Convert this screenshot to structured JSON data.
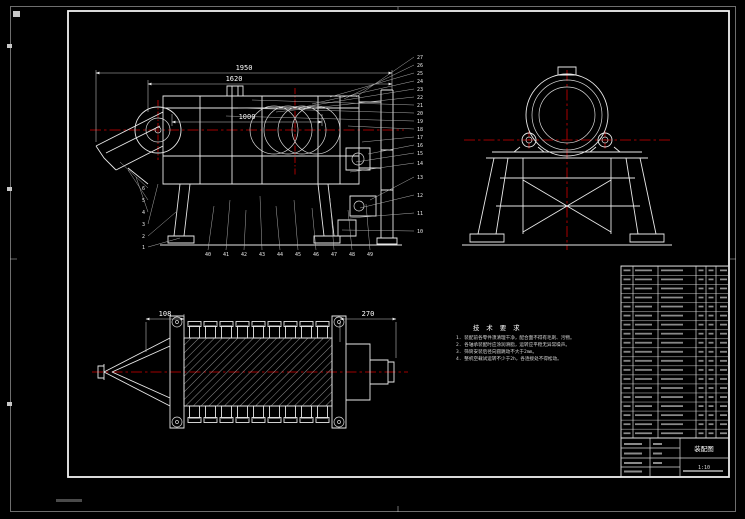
{
  "sheet": {
    "background": "#000000",
    "line_color": "#e8e8e8",
    "centerline_color": "#d40000"
  },
  "front_view": {
    "dim_overall": "1950",
    "dim_body": "1620",
    "dim_inner": "1000",
    "right_callouts": [
      "27",
      "26",
      "25",
      "24",
      "23",
      "22",
      "21",
      "20",
      "19",
      "18",
      "17",
      "16",
      "15",
      "14",
      "13",
      "12",
      "11",
      "10"
    ],
    "left_callouts": [
      "6",
      "5",
      "4",
      "3",
      "2",
      "1"
    ],
    "bottom_callouts": [
      "40",
      "41",
      "42",
      "43",
      "44",
      "45",
      "46",
      "47",
      "48",
      "49"
    ]
  },
  "top_view": {
    "dim_left": "108",
    "dim_right": "270"
  },
  "notes": {
    "title": "技 术 要 求",
    "lines": [
      "1. 装配前各零件须清理干净，配合面不得有毛刺、污物。",
      "2. 各轴承装配时应涂润滑脂，运转应平稳无异常噪声。",
      "3. 筛筒安装后径向圆跳动不大于2mm。",
      "4. 整机空载试运转不少于2h，各连接处不得松动。"
    ]
  },
  "parts_table": {
    "row_count": 19
  },
  "title_block": {
    "name": "装配图",
    "scale": "1:10"
  }
}
